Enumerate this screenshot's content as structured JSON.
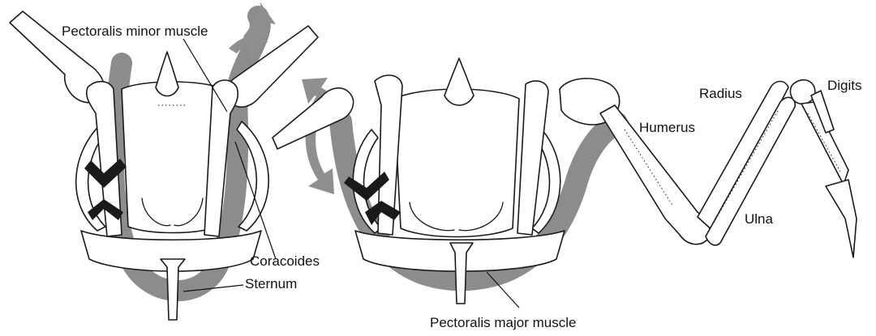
{
  "figure": {
    "labels": {
      "pectoralis_minor": "Pectoralis minor muscle",
      "coracoides": "Coracoides",
      "sternum": "Sternum",
      "pectoralis_major": "Pectoralis major muscle",
      "humerus": "Humerus",
      "radius": "Radius",
      "ulna": "Ulna",
      "digits": "Digits"
    },
    "colors": {
      "muscle": "#8c8c8c",
      "bone_outline": "#1a1a1a",
      "arrow": "#8f8f8f"
    }
  }
}
